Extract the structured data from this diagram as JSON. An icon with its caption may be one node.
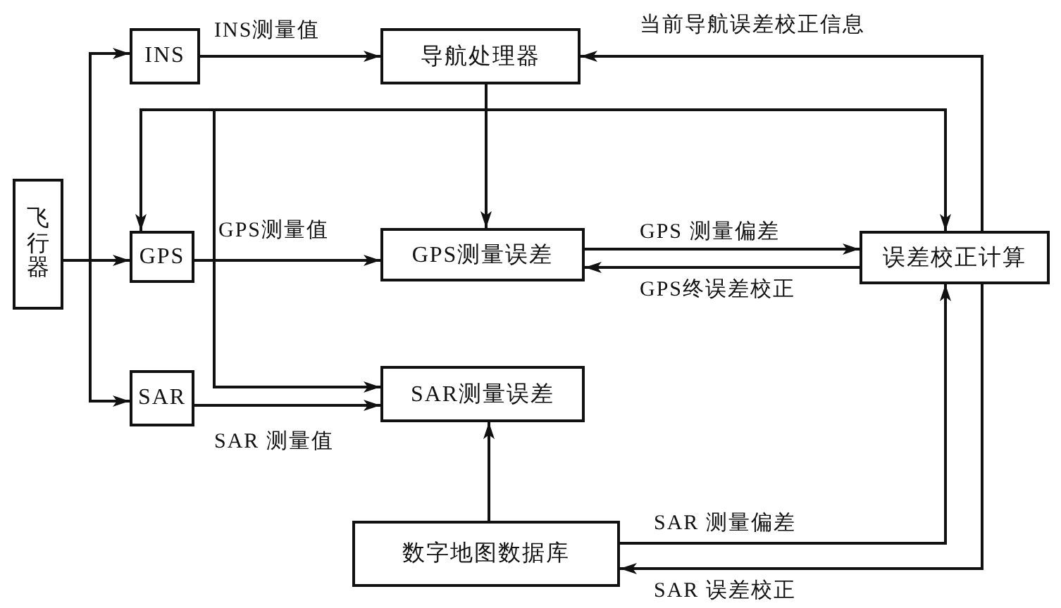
{
  "diagram": {
    "nodes": [
      {
        "text": [
          "飞行器"
        ]
      },
      {
        "text": [
          "INS"
        ]
      },
      {
        "text": [
          "导航处理器"
        ]
      },
      {
        "text": [
          "GPS"
        ]
      },
      {
        "text": [
          "GPS测量误差"
        ]
      },
      {
        "text": [
          "误差校正计算"
        ]
      },
      {
        "text": [
          "SAR"
        ]
      },
      {
        "text": [
          "SAR测量误差"
        ]
      },
      {
        "text": [
          "数字地图数据库"
        ]
      }
    ],
    "edges": [
      {
        "from": 0,
        "to": 1,
        "arrow": "to"
      },
      {
        "from": 0,
        "to": 3,
        "arrow": "to"
      },
      {
        "from": 0,
        "to": 6,
        "arrow": "to"
      },
      {
        "from": 1,
        "to": 2,
        "label": "INS测量值",
        "arrow": "to"
      },
      {
        "from": 5,
        "to": 2,
        "label": "当前导航误差校正信息",
        "arrow": "to"
      },
      {
        "from": 2,
        "to": 4,
        "arrow": "to"
      },
      {
        "from": 2,
        "to": 3,
        "arrow": "to"
      },
      {
        "from": 2,
        "to": 5,
        "arrow": "to"
      },
      {
        "from": 2,
        "to": 7,
        "arrow": "to"
      },
      {
        "from": 3,
        "to": 4,
        "label": "GPS测量值",
        "arrow": "to"
      },
      {
        "from": 4,
        "to": 5,
        "label": "GPS 测量偏差",
        "arrow": "to"
      },
      {
        "from": 5,
        "to": 4,
        "label": "GPS终误差校正",
        "arrow": "to"
      },
      {
        "from": 6,
        "to": 7,
        "label": "SAR 测量值",
        "arrow": "to"
      },
      {
        "from": 8,
        "to": 7,
        "arrow": "to"
      },
      {
        "from": 8,
        "to": 5,
        "label": "SAR 测量偏差",
        "arrow": "to"
      },
      {
        "from": 5,
        "to": 8,
        "label": "SAR 误差校正",
        "arrow": "to"
      }
    ]
  }
}
